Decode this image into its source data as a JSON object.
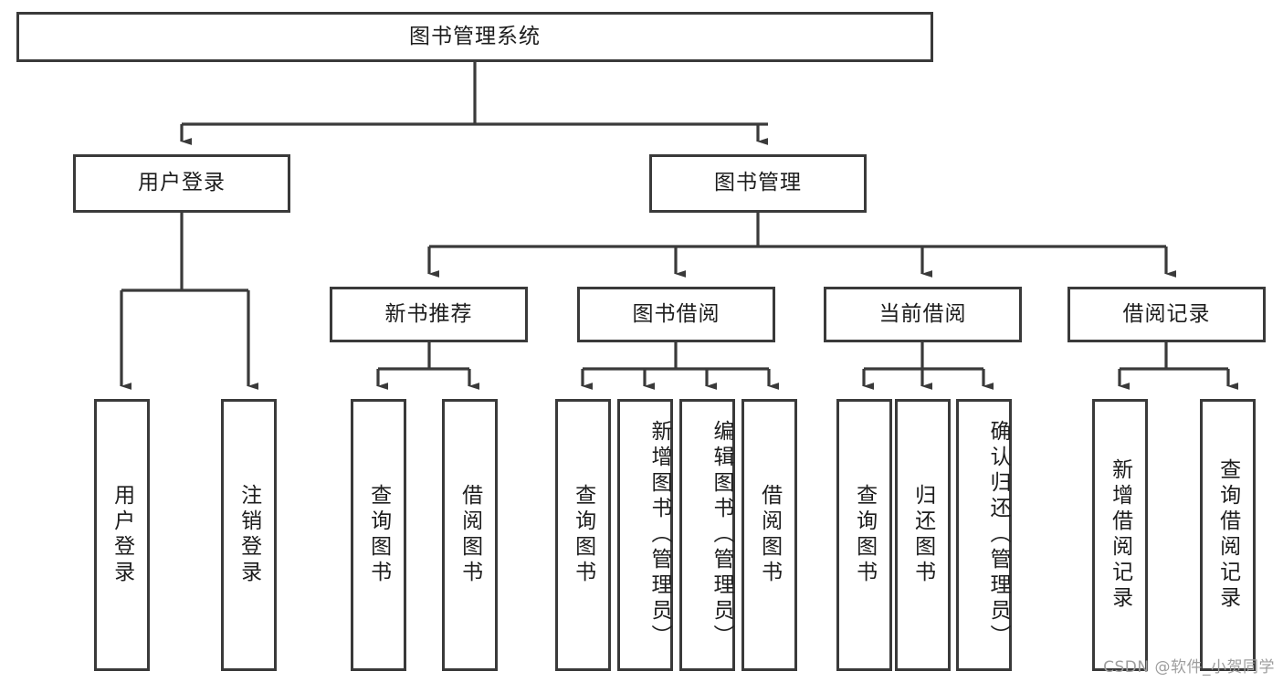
{
  "diagram": {
    "title": "图书管理系统",
    "root": {
      "label": "图书管理系统"
    },
    "level2": [
      {
        "label": "用户登录"
      },
      {
        "label": "图书管理"
      }
    ],
    "level3": [
      {
        "label": "新书推荐"
      },
      {
        "label": "图书借阅"
      },
      {
        "label": "当前借阅"
      },
      {
        "label": "借阅记录"
      }
    ],
    "leaves": {
      "user_login": [
        {
          "label": "用户登录"
        },
        {
          "label": "注销登录"
        }
      ],
      "new_book_recommend": [
        {
          "label": "查询图书"
        },
        {
          "label": "借阅图书"
        }
      ],
      "book_borrow": [
        {
          "label": "查询图书"
        },
        {
          "label": "新增图书（管理员）"
        },
        {
          "label": "编辑图书（管理员）"
        },
        {
          "label": "借阅图书"
        }
      ],
      "current_borrow": [
        {
          "label": "查询图书"
        },
        {
          "label": "归还图书"
        },
        {
          "label": "确认归还（管理员）"
        }
      ],
      "borrow_record": [
        {
          "label": "新增借阅记录"
        },
        {
          "label": "查询借阅记录"
        }
      ]
    }
  },
  "watermark": {
    "text": "CSDN @软件_小贺同学"
  },
  "colors": {
    "stroke": "#3a3a3a",
    "text": "#1d1d1d",
    "background": "#ffffff",
    "watermark": "#9e9e9e"
  }
}
